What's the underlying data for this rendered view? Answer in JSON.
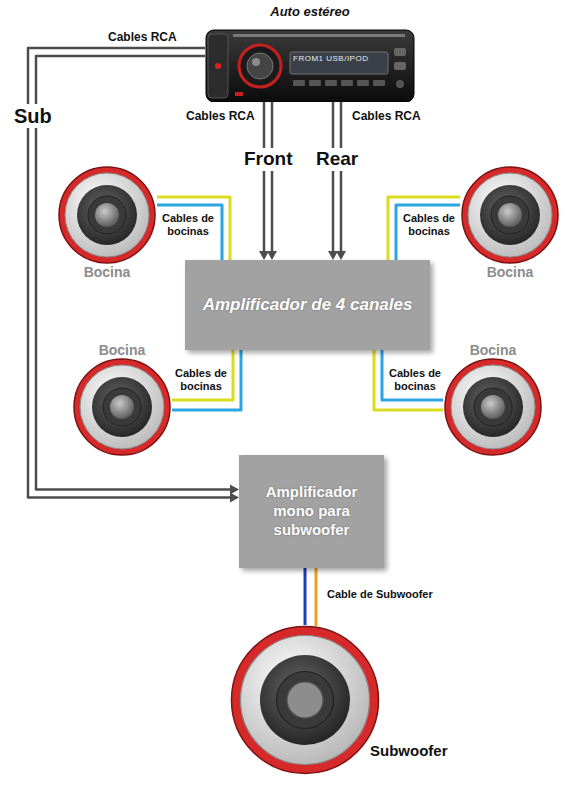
{
  "diagram": {
    "nodes": [
      {
        "text": [
          "Auto estéreo"
        ]
      },
      {
        "text": [
          "Bocina"
        ]
      },
      {
        "text": [
          "Bocina"
        ]
      },
      {
        "text": [
          "Amplificador de 4 canales"
        ]
      },
      {
        "text": [
          "Bocina"
        ]
      },
      {
        "text": [
          "Bocina"
        ]
      },
      {
        "text": [
          "Amplificador mono para subwoofer"
        ]
      },
      {
        "text": [
          "Subwoofer"
        ]
      }
    ],
    "edges": [
      {
        "from": 0,
        "to": 3,
        "label": "Front",
        "arrow": "to"
      },
      {
        "from": 0,
        "to": 3,
        "label": "Rear",
        "arrow": "to"
      },
      {
        "from": 0,
        "to": 6,
        "label": "Sub",
        "arrow": "to"
      },
      {
        "from": 1,
        "to": 3,
        "label": "Cables de bocinas",
        "arrow": "none"
      },
      {
        "from": 2,
        "to": 3,
        "label": "Cables de bocinas",
        "arrow": "none"
      },
      {
        "from": 4,
        "to": 3,
        "label": "Cables de bocinas",
        "arrow": "none"
      },
      {
        "from": 5,
        "to": 3,
        "label": "Cables de bocinas",
        "arrow": "none"
      },
      {
        "from": 6,
        "to": 7,
        "label": "Cable de Subwoofer",
        "arrow": "none"
      }
    ],
    "labels": [
      "Cables RCA",
      "Cables RCA",
      "Cables RCA",
      "FROM1 USB/IPOD"
    ]
  }
}
